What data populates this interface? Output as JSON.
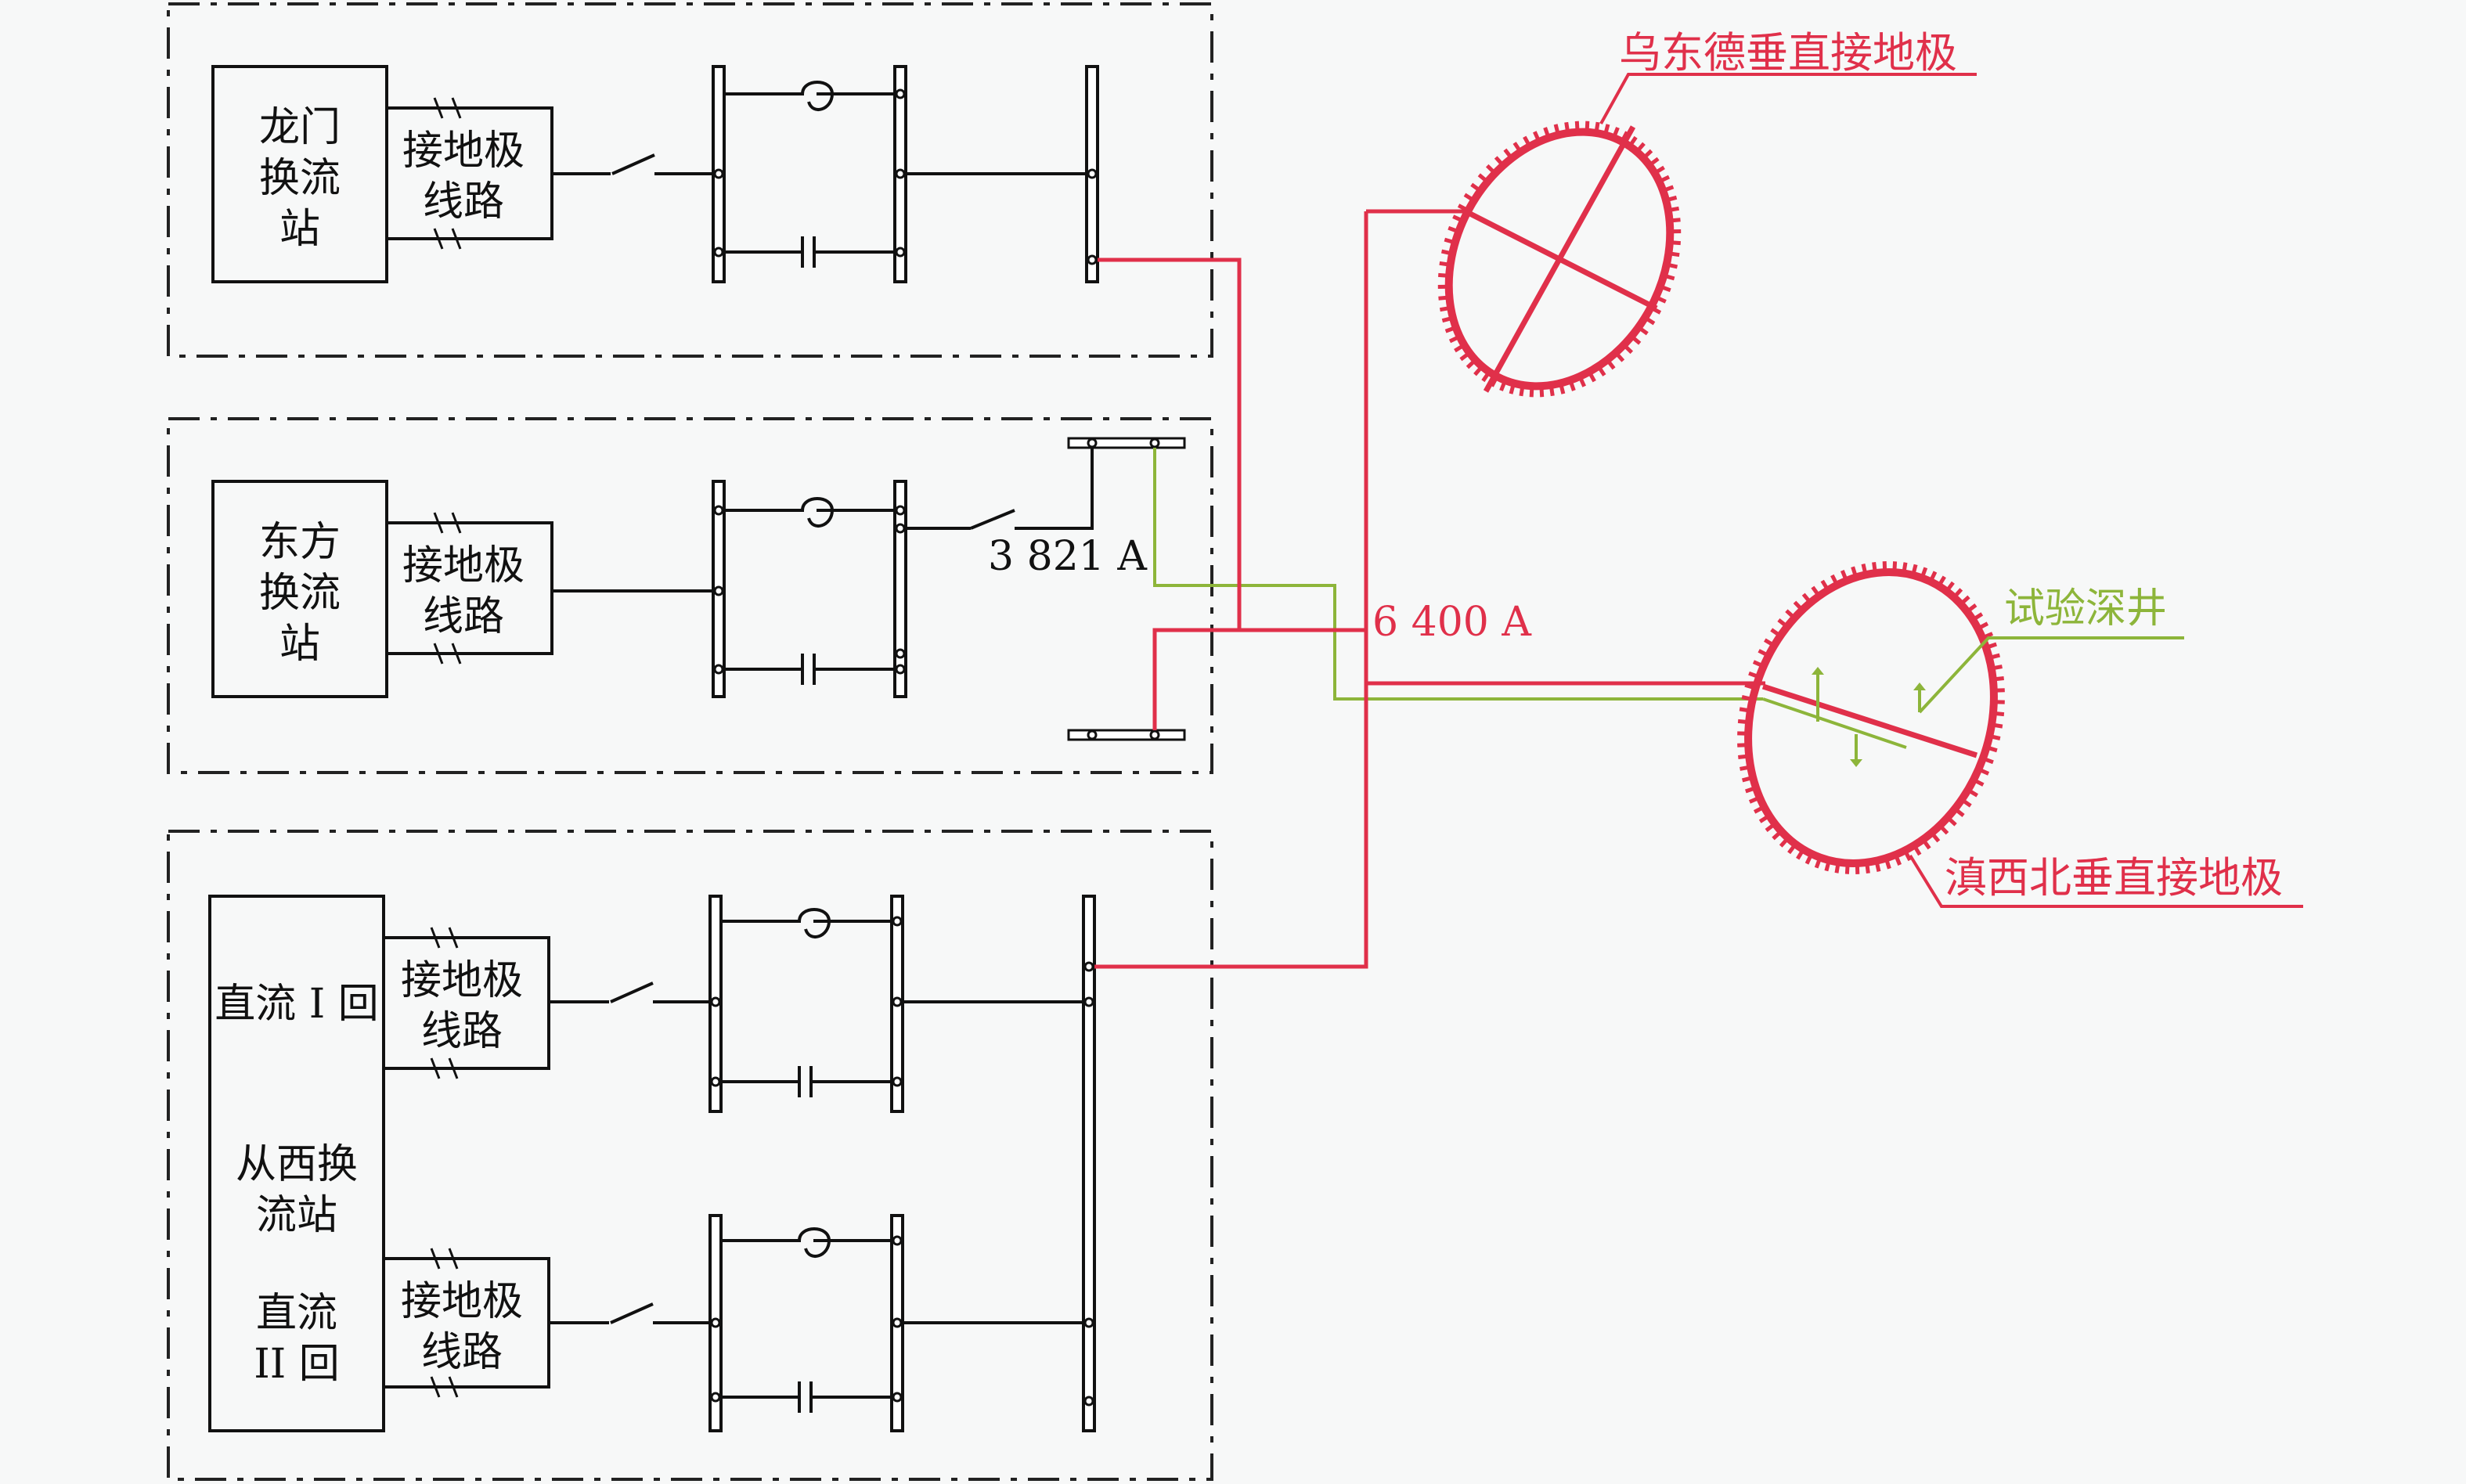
{
  "stations": {
    "longmen": {
      "name_line1": "龙门",
      "name_line2": "换流",
      "name_line3": "站",
      "line_l1": "接地极",
      "line_l2": "线路"
    },
    "dongfang": {
      "name_line1": "东方",
      "name_line2": "换流",
      "name_line3": "站",
      "line_l1": "接地极",
      "line_l2": "线路",
      "current": "3 821 A"
    },
    "congxi": {
      "name_line1": "从西换",
      "name_line2": "流站",
      "dc1": "直流 I 回",
      "dc2_l1": "直流",
      "dc2_l2": "II 回",
      "line_l1": "接地极",
      "line_l2": "线路"
    }
  },
  "total_current": "6 400 A",
  "electrodes": {
    "wudongde": "乌东德垂直接地极",
    "dianxibei": "滇西北垂直接地极",
    "test_well": "试验深井"
  },
  "colors": {
    "main": "#e0304a",
    "annotation_green": "#8db53a",
    "wire": "#111111",
    "background": "#f7f8f8"
  }
}
